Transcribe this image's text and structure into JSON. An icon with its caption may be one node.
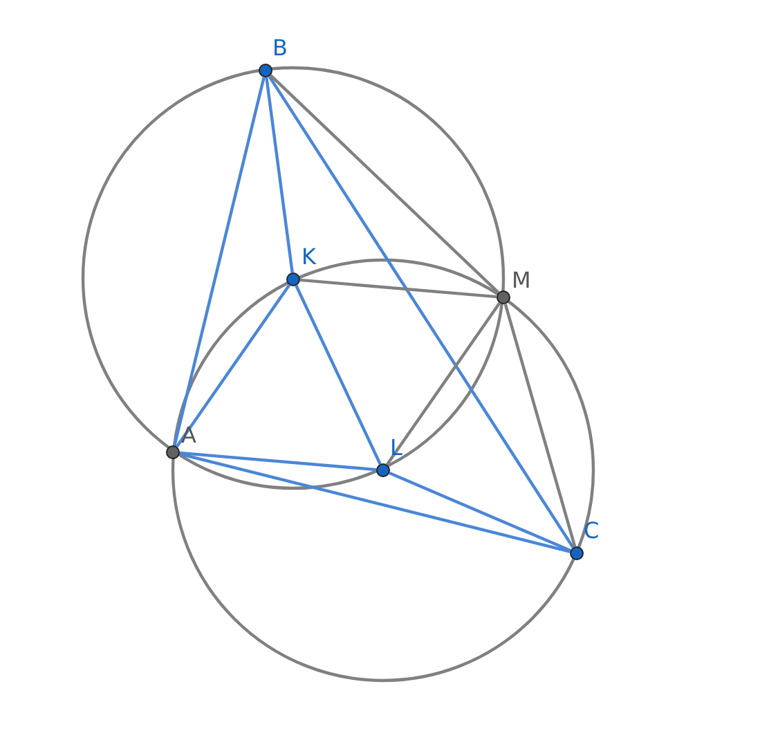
{
  "diagram": {
    "nodes": [
      {
        "text": [
          "B"
        ]
      },
      {
        "text": [
          "K"
        ]
      },
      {
        "text": [
          "M"
        ]
      },
      {
        "text": [
          "A"
        ]
      },
      {
        "text": [
          "L"
        ]
      },
      {
        "text": [
          "C"
        ]
      }
    ],
    "edges": [
      {
        "from": 0,
        "to": 3,
        "arrow": "none"
      },
      {
        "from": 0,
        "to": 1,
        "arrow": "none"
      },
      {
        "from": 0,
        "to": 5,
        "arrow": "none"
      },
      {
        "from": 1,
        "to": 3,
        "arrow": "none"
      },
      {
        "from": 1,
        "to": 4,
        "arrow": "none"
      },
      {
        "from": 3,
        "to": 4,
        "arrow": "none"
      },
      {
        "from": 3,
        "to": 5,
        "arrow": "none"
      },
      {
        "from": 4,
        "to": 5,
        "arrow": "none"
      },
      {
        "from": 0,
        "to": 2,
        "arrow": "none",
        "color": "#808080"
      },
      {
        "from": 1,
        "to": 2,
        "arrow": "none",
        "color": "#808080"
      },
      {
        "from": 2,
        "to": 4,
        "arrow": "none",
        "color": "#808080"
      },
      {
        "from": 2,
        "to": 5,
        "arrow": "none",
        "color": "#808080"
      }
    ]
  }
}
